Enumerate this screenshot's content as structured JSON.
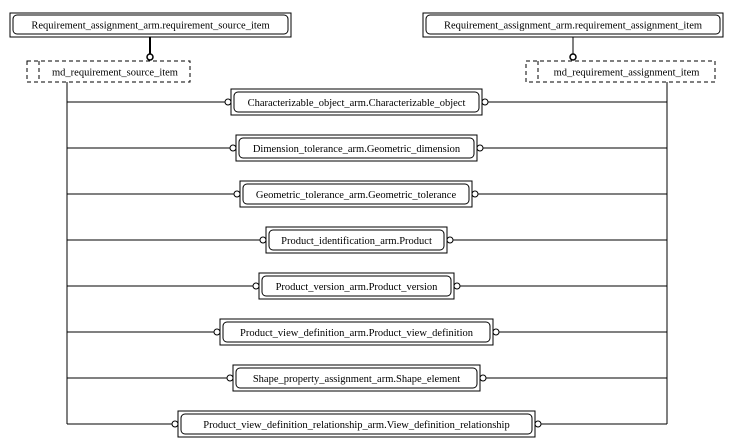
{
  "diagram": {
    "top_left": {
      "label": "Requirement_assignment_arm.requirement_source_item"
    },
    "top_right": {
      "label": "Requirement_assignment_arm.requirement_assignment_item"
    },
    "select_left": {
      "label": "md_requirement_source_item"
    },
    "select_right": {
      "label": "md_requirement_assignment_item"
    },
    "entities": [
      {
        "label": "Characterizable_object_arm.Characterizable_object"
      },
      {
        "label": "Dimension_tolerance_arm.Geometric_dimension"
      },
      {
        "label": "Geometric_tolerance_arm.Geometric_tolerance"
      },
      {
        "label": "Product_identification_arm.Product"
      },
      {
        "label": "Product_version_arm.Product_version"
      },
      {
        "label": "Product_view_definition_arm.Product_view_definition"
      },
      {
        "label": "Shape_property_assignment_arm.Shape_element"
      },
      {
        "label": "Product_view_definition_relationship_arm.View_definition_relationship"
      }
    ]
  }
}
